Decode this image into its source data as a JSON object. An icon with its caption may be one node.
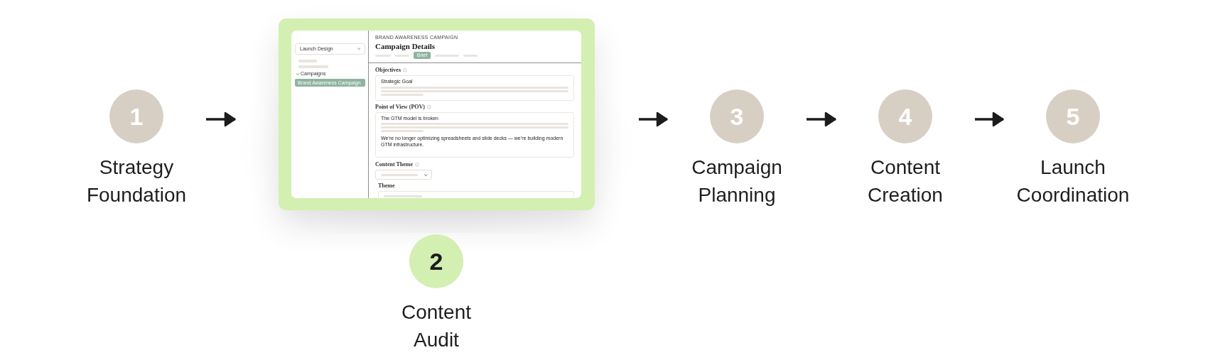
{
  "diagram": {
    "nodes": [
      {
        "text": [
          "1",
          "Strategy Foundation"
        ]
      },
      {
        "text": [
          "Launch Design",
          "Campaigns",
          "Brand Awareness Campaign",
          "BRAND AWARENESS CAMPAIGN",
          "Campaign Details",
          "Brief",
          "Objectives",
          "Strategic Goal",
          "Point of View (POV)",
          "The GTM model is broken",
          "We’re no longer optimizing spreadsheets and slide decks — we’re building modern GTM infrastructure.",
          "Content Theme",
          "Theme"
        ]
      },
      {
        "text": [
          "2",
          "Content Audit"
        ]
      },
      {
        "text": [
          "3",
          "Campaign Planning"
        ]
      },
      {
        "text": [
          "4",
          "Content Creation"
        ]
      },
      {
        "text": [
          "5",
          "Launch Coordination"
        ]
      }
    ],
    "edges": [
      {
        "from": 0,
        "to": 1,
        "arrow": "to"
      },
      {
        "from": 1,
        "to": 3,
        "arrow": "to"
      },
      {
        "from": 3,
        "to": 4,
        "arrow": "to"
      },
      {
        "from": 4,
        "to": 5,
        "arrow": "to"
      }
    ]
  }
}
